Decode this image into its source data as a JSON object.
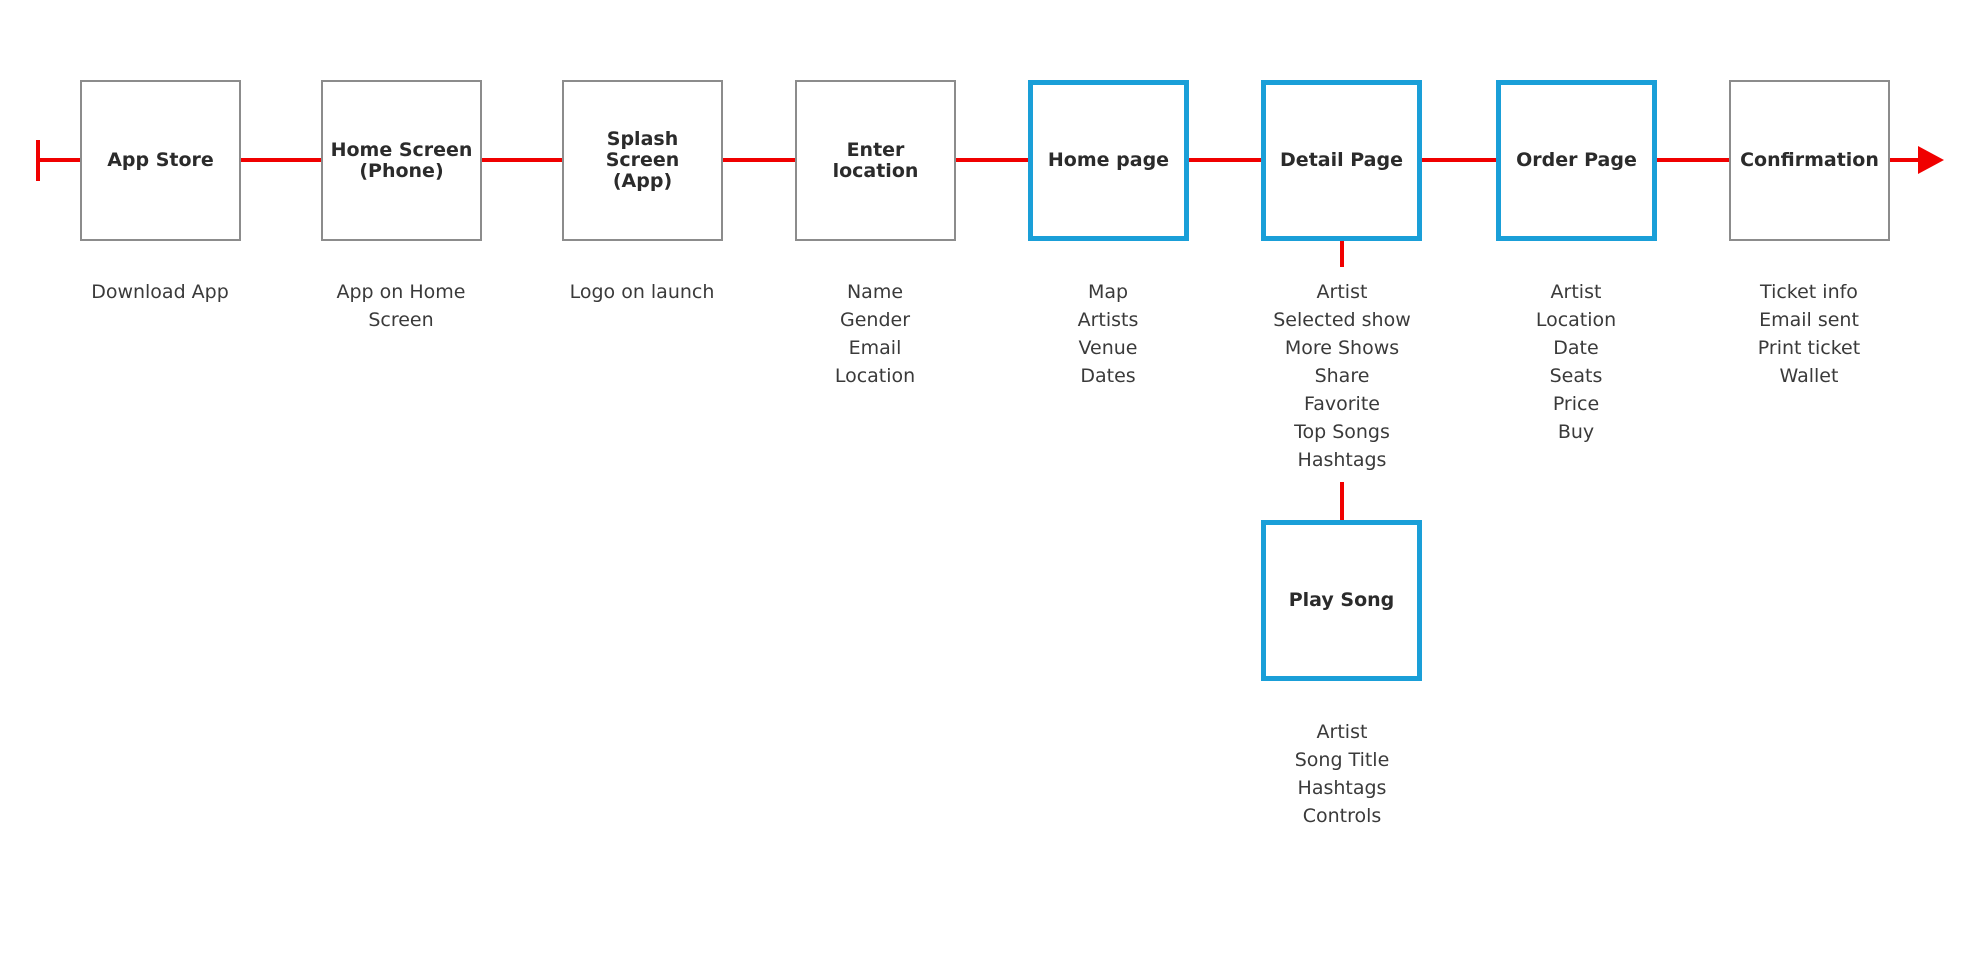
{
  "colors": {
    "connector": "#f00000",
    "highlight_border": "#1a9fd8",
    "plain_border": "#8c8c8c",
    "text": "#2b2b2b"
  },
  "steps": [
    {
      "label": "App Store",
      "style": "plain",
      "notes": [
        "Download App"
      ]
    },
    {
      "label": "Home Screen\n(Phone)",
      "style": "plain",
      "notes": [
        "App on Home",
        "Screen"
      ]
    },
    {
      "label": "Splash Screen\n(App)",
      "style": "plain",
      "notes": [
        "Logo on launch"
      ]
    },
    {
      "label": "Enter location",
      "style": "plain",
      "notes": [
        "Name",
        "Gender",
        "Email",
        "Location"
      ]
    },
    {
      "label": "Home page",
      "style": "highlight",
      "notes": [
        "Map",
        "Artists",
        "Venue",
        "Dates"
      ]
    },
    {
      "label": "Detail Page",
      "style": "highlight",
      "notes": [
        "Artist",
        "Selected show",
        "More Shows",
        "Share",
        "Favorite",
        "Top Songs",
        "Hashtags"
      ]
    },
    {
      "label": "Order Page",
      "style": "highlight",
      "notes": [
        "Artist",
        "Location",
        "Date",
        "Seats",
        "Price",
        "Buy"
      ]
    },
    {
      "label": "Confirmation",
      "style": "plain",
      "notes": [
        "Ticket info",
        "Email sent",
        "Print ticket",
        "Wallet"
      ]
    }
  ],
  "branch": {
    "label": "Play Song",
    "style": "highlight",
    "notes": [
      "Artist",
      "Song Title",
      "Hashtags",
      "Controls"
    ]
  }
}
